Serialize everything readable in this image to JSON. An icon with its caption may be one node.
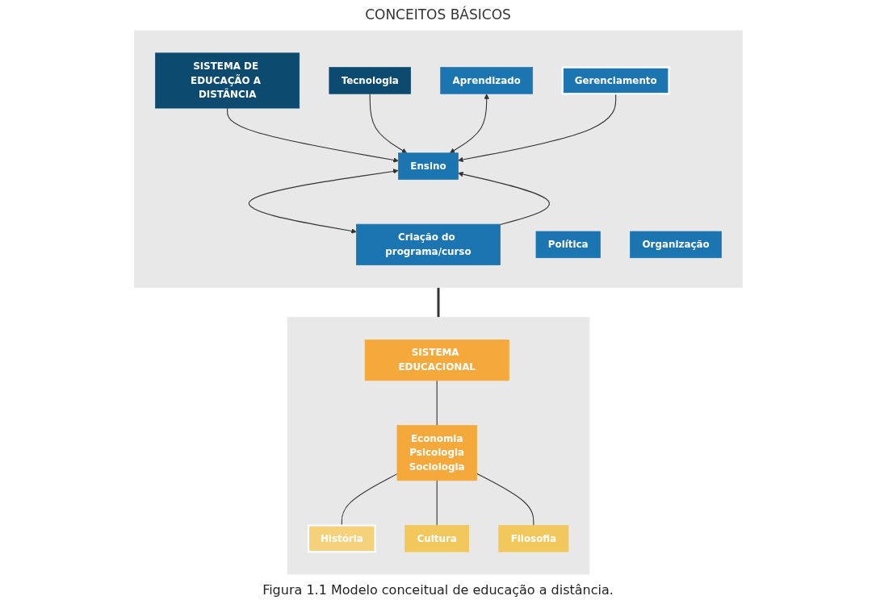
{
  "diagram": {
    "title": "CONCEITOS BÁSICOS",
    "caption": "Figura 1.1 Modelo conceitual de educação a distância.",
    "nodes": [
      {
        "text": [],
        "shape": "box"
      },
      {
        "text": [
          "SISTEMA DE EDUCAÇÃO A DISTÂNCIA"
        ],
        "in": 0
      },
      {
        "text": [
          "Tecnologia"
        ],
        "in": 0
      },
      {
        "text": [
          "Aprendizado"
        ],
        "in": 0
      },
      {
        "text": [
          "Ensino"
        ],
        "in": 0
      },
      {
        "text": [
          "Criação do programa/curso"
        ],
        "in": 0
      },
      {
        "text": [
          "Gerenciamento"
        ],
        "in": 0
      },
      {
        "text": [
          "Política"
        ],
        "in": 0
      },
      {
        "text": [
          "Organização"
        ],
        "in": 0
      },
      {
        "text": [],
        "shape": "box"
      },
      {
        "text": [
          "SISTEMA EDUCACIONAL"
        ],
        "in": 9
      },
      {
        "text": [
          "Economia",
          "Psicologia",
          "Sociologia"
        ],
        "in": 9
      },
      {
        "text": [
          "História"
        ],
        "in": 9
      },
      {
        "text": [
          "Cultura"
        ],
        "in": 9
      },
      {
        "text": [
          "Filosofia"
        ],
        "in": 9
      }
    ],
    "edges": [
      {
        "from": 1,
        "to": 4,
        "arrow": "to"
      },
      {
        "from": 2,
        "to": 4,
        "arrow": "to"
      },
      {
        "from": 5,
        "to": 4,
        "arrow": "to"
      },
      {
        "from": 3,
        "to": 4,
        "arrow": "both"
      },
      {
        "from": 4,
        "to": 5,
        "arrow": "both"
      },
      {
        "from": 6,
        "to": 4,
        "arrow": "to"
      },
      {
        "from": 0,
        "to": 9,
        "arrow": "none",
        "style": "thick"
      },
      {
        "from": 10,
        "to": 11,
        "arrow": "none"
      },
      {
        "from": 11,
        "to": 12,
        "arrow": "none"
      },
      {
        "from": 11,
        "to": 13,
        "arrow": "none"
      },
      {
        "from": 11,
        "to": 14,
        "arrow": "none"
      }
    ]
  }
}
